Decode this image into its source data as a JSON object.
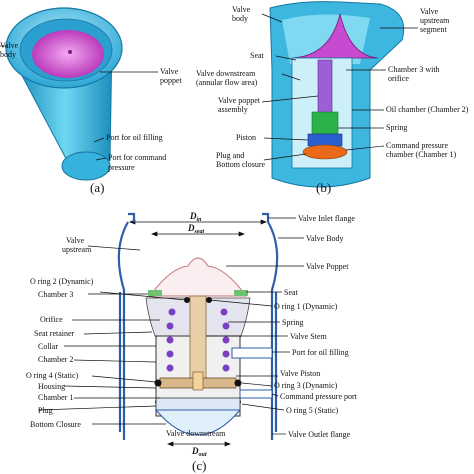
{
  "panel_a": {
    "caption": "(a)",
    "labels": {
      "valve_left_top": "Valve",
      "valve_left_bot": "body",
      "poppet_top": "Valve",
      "poppet_bot": "poppet",
      "port_oil": "Port for oil filling",
      "port_cmd_top": "Port for command",
      "port_cmd_bot": "pressure"
    }
  },
  "panel_b": {
    "caption": "(b)",
    "labels": {
      "valve_body_top": "Valve",
      "valve_body_bot": "body",
      "upstream_1": "Valve",
      "upstream_2": "upstream",
      "upstream_3": "segment",
      "seat": "Seat",
      "downstream_1": "Valve downstream",
      "downstream_2": "(annular flow area)",
      "chamber3_1": "Chamber 3 with",
      "chamber3_2": "orifice",
      "poppet_asm_1": "Valve poppet",
      "poppet_asm_2": "assembly",
      "oil_chamber": "Oil chamber (Chamber 2)",
      "spring": "Spring",
      "piston": "Piston",
      "cmd_chamber_1": "Command pressure",
      "cmd_chamber_2": "chamber (Chamber 1)",
      "plug_1": "Plug and",
      "plug_2": "Bottom closure"
    }
  },
  "panel_c": {
    "caption": "(c)",
    "dims": {
      "d_in": "D",
      "d_in_sub": "in",
      "d_seat": "D",
      "d_seat_sub": "seat",
      "d_out": "D",
      "d_out_sub": "out"
    },
    "left_labels": {
      "upstream_1": "Valve",
      "upstream_2": "upstream",
      "oring2": "O ring 2 (Dynamic)",
      "chamber3": "Chamber 3",
      "orifice": "Orifice",
      "seat_retainer": "Seat retainer",
      "collar": "Collar",
      "chamber2": "Chamber 2",
      "oring4": "O ring 4 (Static)",
      "housing": "Housing",
      "chamber1": "Chamber 1",
      "plug": "Plug",
      "bottom_closure": "Bottom Closure"
    },
    "right_labels": {
      "inlet_flange": "Valve Inlet flange",
      "valve_body": "Valve Body",
      "poppet": "Valve Poppet",
      "seat": "Seat",
      "oring1": "O ring 1 (Dynamic)",
      "spring": "Spring",
      "stem": "Valve Stem",
      "port_oil": "Port for oil filling",
      "piston": "Valve Piston",
      "oring3": "O ring 3 (Dynamic)",
      "cmd_port": "Command pressure port",
      "oring5": "O ring 5 (Static)",
      "outlet_flange": "Valve Outlet flange"
    },
    "center_labels": {
      "downstream": "Valve downstream"
    }
  },
  "colors": {
    "body_cyan": "#4fc3e6",
    "body_dark": "#1b8fbf",
    "poppet_magenta": "#d64fd6",
    "stem_purple": "#8a4fc8",
    "spring_green": "#2bb34a",
    "piston_blue": "#2a5fd0",
    "plug_orange": "#ea6a1a",
    "line_blue": "#2f5fa8",
    "spring_coil": "#7b3fc4",
    "piston_tan": "#c8a882"
  }
}
